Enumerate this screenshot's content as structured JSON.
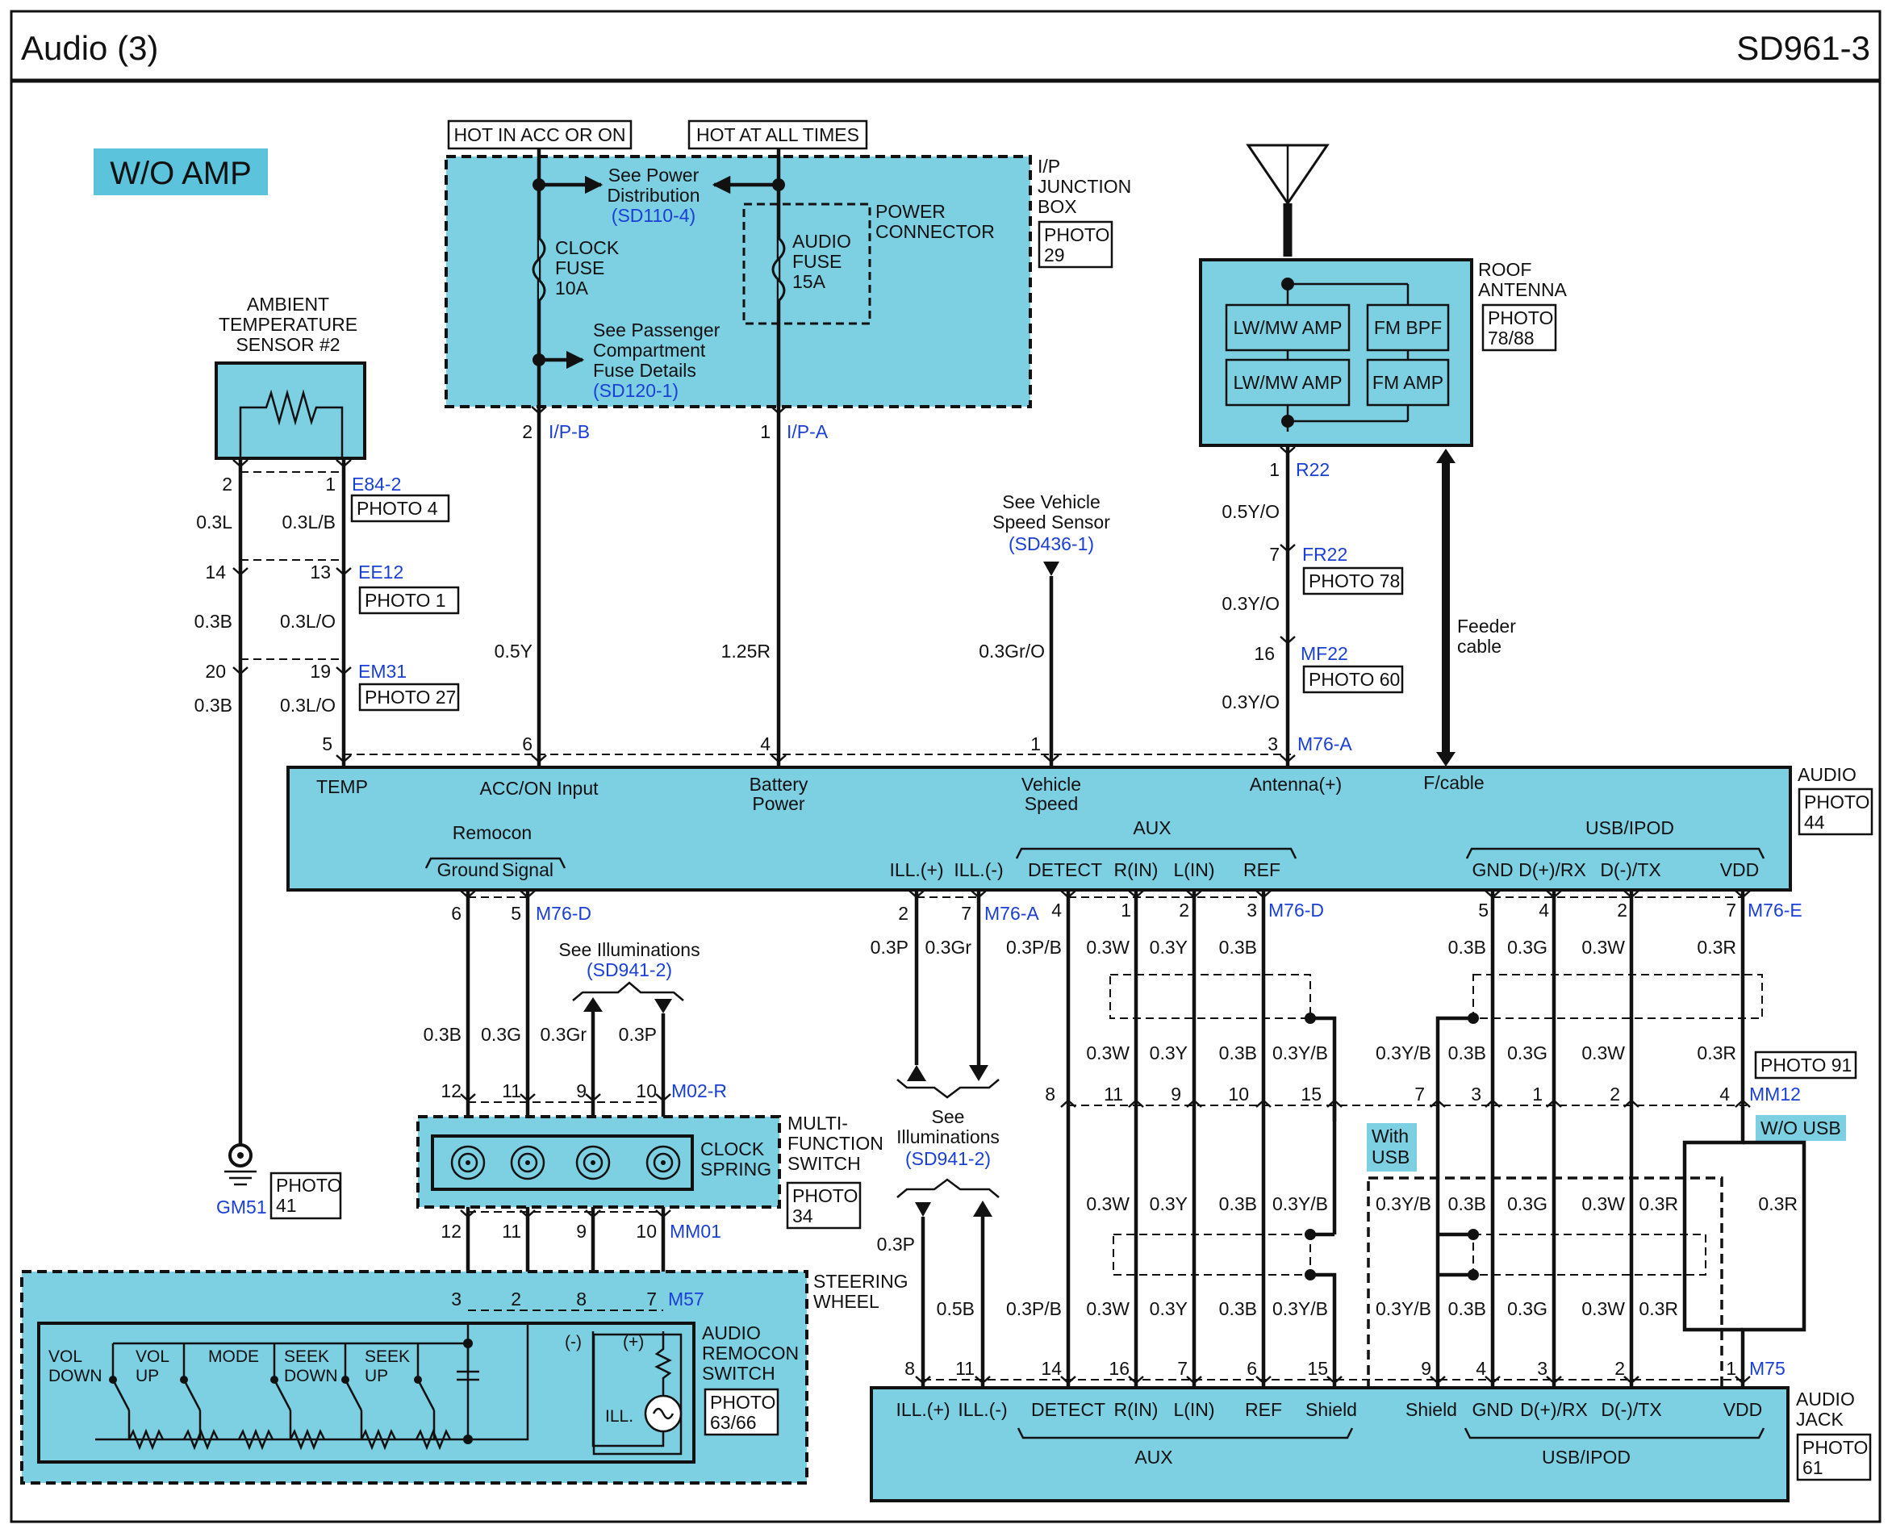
{
  "header": {
    "title": "Audio (3)",
    "code": "SD961-3"
  },
  "badge": "W/O AMP",
  "power": {
    "hot_acc": "HOT IN ACC OR ON",
    "hot_all": "HOT AT ALL TIMES",
    "see_power": [
      "See Power",
      "Distribution"
    ],
    "see_power_ref": "(SD110-4)",
    "clock_fuse": [
      "CLOCK",
      "FUSE",
      "10A"
    ],
    "audio_fuse": [
      "AUDIO",
      "FUSE",
      "15A"
    ],
    "power_connector": [
      "POWER",
      "CONNECTOR"
    ],
    "see_passenger": [
      "See Passenger",
      "Compartment",
      "Fuse Details"
    ],
    "see_passenger_ref": "(SD120-1)",
    "junction": [
      "I/P",
      "JUNCTION",
      "BOX"
    ],
    "junction_photo": [
      "PHOTO",
      "29"
    ]
  },
  "ambient": {
    "title": [
      "AMBIENT",
      "TEMPERATURE",
      "SENSOR #2"
    ],
    "ground": "GM51",
    "ground_photo": [
      "PHOTO",
      "41"
    ]
  },
  "antenna": {
    "title": [
      "ROOF",
      "ANTENNA"
    ],
    "photo": [
      "PHOTO",
      "78/88"
    ],
    "lw1": "LW/MW AMP",
    "fmbpf": "FM BPF",
    "lw2": "LW/MW AMP",
    "fmamp": "FM AMP",
    "feeder": [
      "Feeder",
      "cable"
    ]
  },
  "connectors": {
    "e842": "E84-2",
    "ee12": "EE12",
    "em31": "EM31",
    "ipb": "I/P-B",
    "ipa": "I/P-A",
    "r22": "R22",
    "fr22": "FR22",
    "mf22": "MF22",
    "m76a": "M76-A",
    "m76d": "M76-D",
    "m76a2": "M76-A",
    "m76d2": "M76-D",
    "m76e": "M76-E",
    "m02r": "M02-R",
    "mm01": "MM01",
    "m57": "M57",
    "mm12": "MM12",
    "m75": "M75"
  },
  "photos": {
    "p4": "PHOTO 4",
    "p1": "PHOTO 1",
    "p27": "PHOTO 27",
    "p78": "PHOTO 78",
    "p60": "PHOTO 60",
    "p91": "PHOTO 91",
    "audio": [
      "PHOTO",
      "44"
    ],
    "mfs": [
      "PHOTO",
      "34"
    ],
    "remocon": [
      "PHOTO",
      "63/66"
    ],
    "jack": [
      "PHOTO",
      "61"
    ]
  },
  "vss": {
    "text": [
      "See Vehicle",
      "Speed Sensor"
    ],
    "ref": "(SD436-1)"
  },
  "audio": {
    "label": "AUDIO",
    "temp": "TEMP",
    "acc": "ACC/ON Input",
    "batt": [
      "Battery",
      "Power"
    ],
    "speed": [
      "Vehicle",
      "Speed"
    ],
    "ant": "Antenna(+)",
    "fcable": "F/cable",
    "remocon": "Remocon",
    "ground": "Ground",
    "signal": "Signal",
    "illp": "ILL.(+)",
    "illm": "ILL.(-)",
    "aux": "AUX",
    "detect": "DETECT",
    "rin": "R(IN)",
    "lin": "L(IN)",
    "ref": "REF",
    "usb": "USB/IPOD",
    "gnd": "GND",
    "dp": "D(+)/RX",
    "dm": "D(-)/TX",
    "vdd": "VDD"
  },
  "illum": {
    "text": "See Illuminations",
    "ref": "(SD941-2)",
    "text2": [
      "See",
      "Illuminations"
    ],
    "ref2": "(SD941-2)"
  },
  "mfs": {
    "clock": [
      "CLOCK",
      "SPRING"
    ],
    "title": [
      "MULTI-",
      "FUNCTION",
      "SWITCH"
    ]
  },
  "steering": {
    "title": [
      "STEERING",
      "WHEEL"
    ],
    "remocon": [
      "AUDIO",
      "REMOCON",
      "SWITCH"
    ],
    "voldown": [
      "VOL",
      "DOWN"
    ],
    "volup": [
      "VOL",
      "UP"
    ],
    "mode": "MODE",
    "seekdown": [
      "SEEK",
      "DOWN"
    ],
    "seekup": [
      "SEEK",
      "UP"
    ],
    "ill": "ILL.",
    "neg": "(-)",
    "pos": "(+)"
  },
  "jack": {
    "title": [
      "AUDIO",
      "JACK"
    ],
    "shield": "Shield",
    "shield2": "Shield",
    "aux": "AUX",
    "usb": "USB/IPOD",
    "with_usb": [
      "With",
      "USB"
    ],
    "wo_usb": "W/O USB"
  },
  "colors": {
    "accent": "#7dcfe2",
    "link": "#1a3fd6",
    "line": "#111111"
  }
}
